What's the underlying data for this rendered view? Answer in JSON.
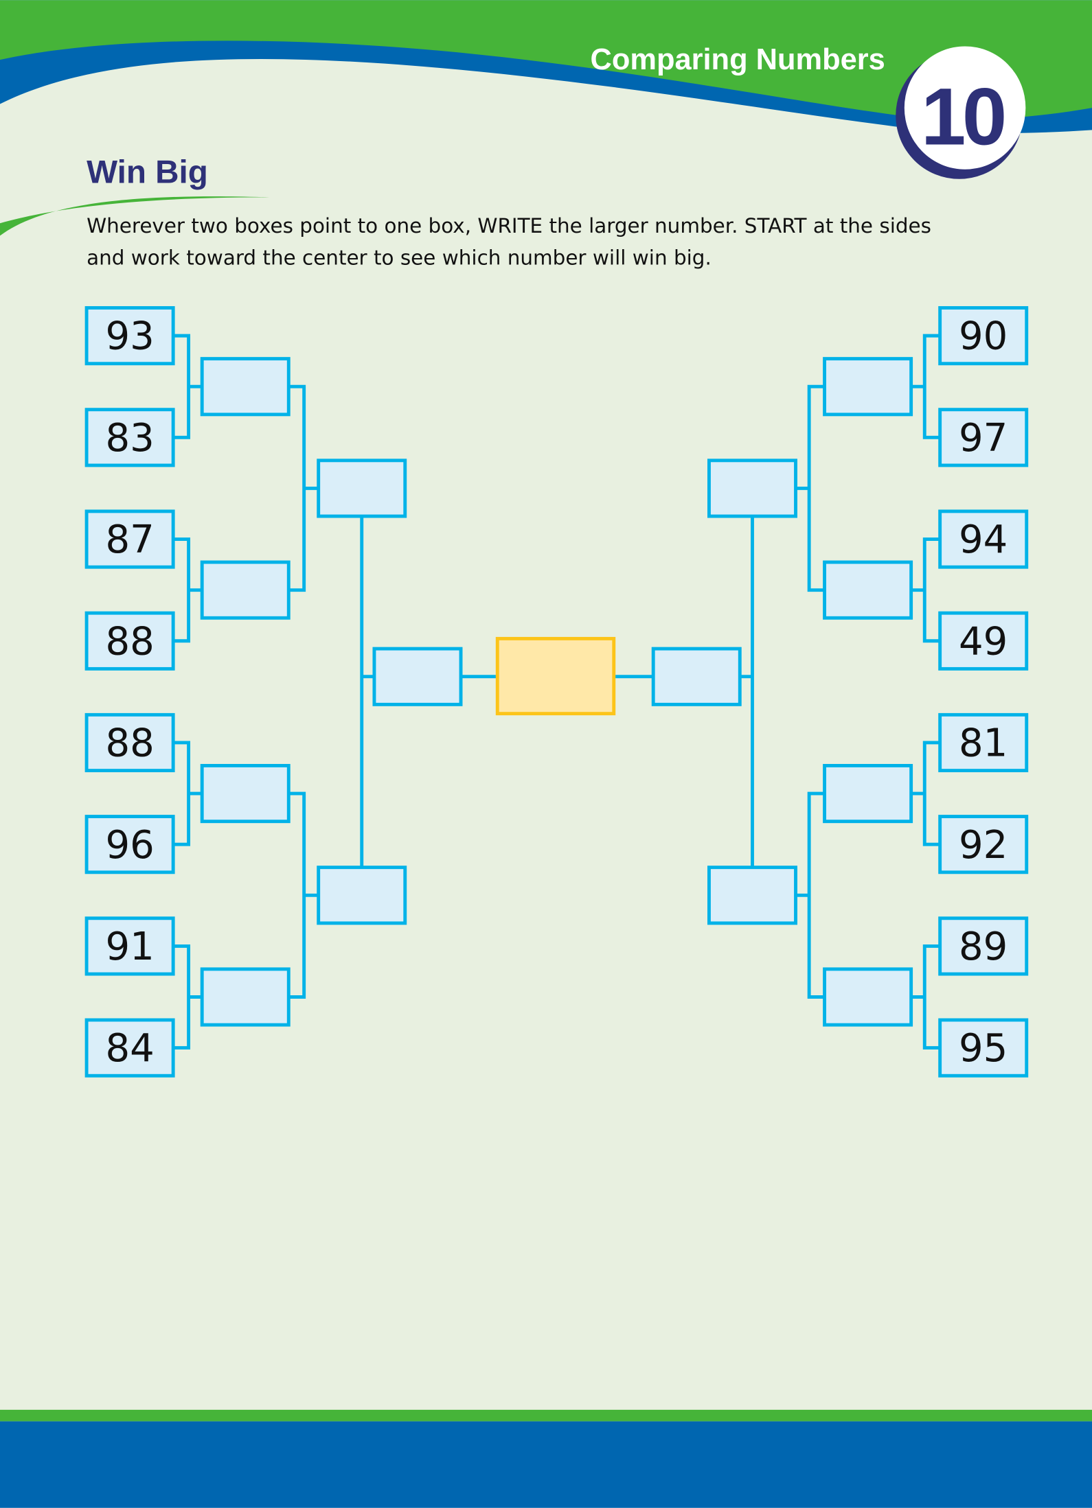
{
  "header": {
    "section_title": "Comparing Numbers",
    "page_number": "10"
  },
  "activity": {
    "title": "Win Big",
    "instructions_line1": "Wherever two boxes point to one box, WRITE the larger number. START at the sides",
    "instructions_line2": "and work toward the center to see which number will win big."
  },
  "bracket": {
    "left_numbers": [
      "93",
      "83",
      "87",
      "88",
      "88",
      "96",
      "91",
      "84"
    ],
    "right_numbers": [
      "90",
      "97",
      "94",
      "49",
      "81",
      "92",
      "89",
      "95"
    ]
  },
  "colors": {
    "green": "#46b439",
    "blue": "#0066b0",
    "navy": "#2e3178",
    "box_stroke": "#00b2e8",
    "box_fill": "#daeef9",
    "final_fill": "#ffe8a8",
    "final_stroke": "#fcc419",
    "background": "#e8f0e0"
  }
}
